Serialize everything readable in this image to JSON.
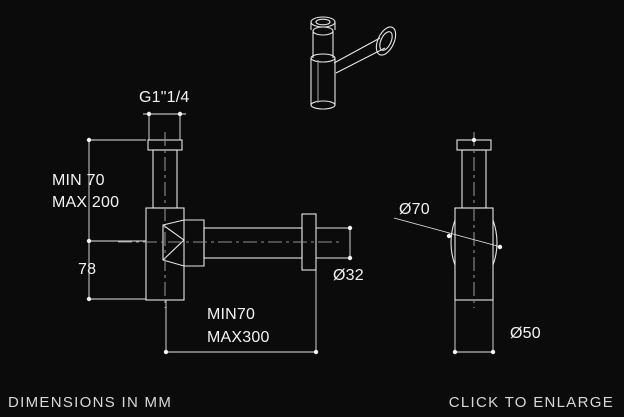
{
  "labels": {
    "thread": "G1\"1/4",
    "height_min": "MIN 70",
    "height_max": "MAX 200",
    "outlet_height": "78",
    "outlet_diameter": "Ø32",
    "wall_min": "MIN70",
    "wall_max": "MAX300",
    "flange_diameter": "Ø70",
    "body_diameter": "Ø50"
  },
  "footer": {
    "units_note": "DIMENSIONS IN MM",
    "enlarge_link": "CLICK TO ENLARGE"
  },
  "colors": {
    "background": "#0b0b0b",
    "line": "#e6e6e6",
    "text": "#f2f2f2"
  },
  "icons": [
    "bottle-trap-3d-icon"
  ]
}
